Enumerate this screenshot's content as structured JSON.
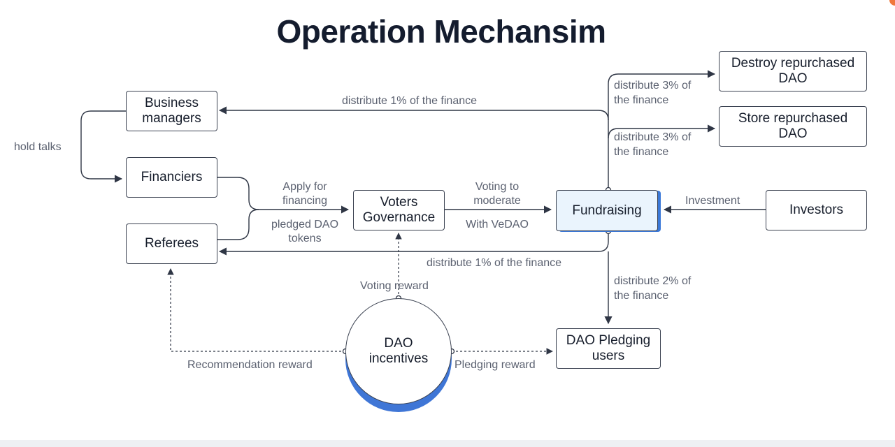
{
  "title": "Operation Mechansim",
  "nodes": {
    "business_managers": "Business managers",
    "financiers": "Financiers",
    "referees": "Referees",
    "voters_governance": "Voters Governance",
    "fundraising": "Fundraising",
    "investors": "Investors",
    "destroy_repurchased": "Destroy repurchased DAO",
    "store_repurchased": "Store repurchased DAO",
    "dao_pledging_users": "DAO Pledging users",
    "dao_incentives": "DAO incentives"
  },
  "labels": {
    "hold_talks": "hold talks",
    "distribute_bm": "distribute 1% of the finance",
    "distribute_destroy_1": "distribute 3% of",
    "distribute_destroy_2": "the finance",
    "distribute_store_1": "distribute 3% of",
    "distribute_store_2": "the finance",
    "apply_1": "Apply for",
    "apply_2": "financing",
    "pledged_1": "pledged DAO",
    "pledged_2": "tokens",
    "voting_1": "Voting to",
    "voting_2": "moderate",
    "with_vedao": "With VeDAO",
    "investment": "Investment",
    "distribute_ref": "distribute 1% of the finance",
    "distribute_pledge_1": "distribute 2% of",
    "distribute_pledge_2": "the finance",
    "voting_reward": "Voting reward",
    "recommendation_reward": "Recommendation reward",
    "pledging_reward": "Pledging reward"
  },
  "colors": {
    "line": "#2f3645",
    "accent": "#3a78d8",
    "fund_fill": "#eaf4fd"
  }
}
